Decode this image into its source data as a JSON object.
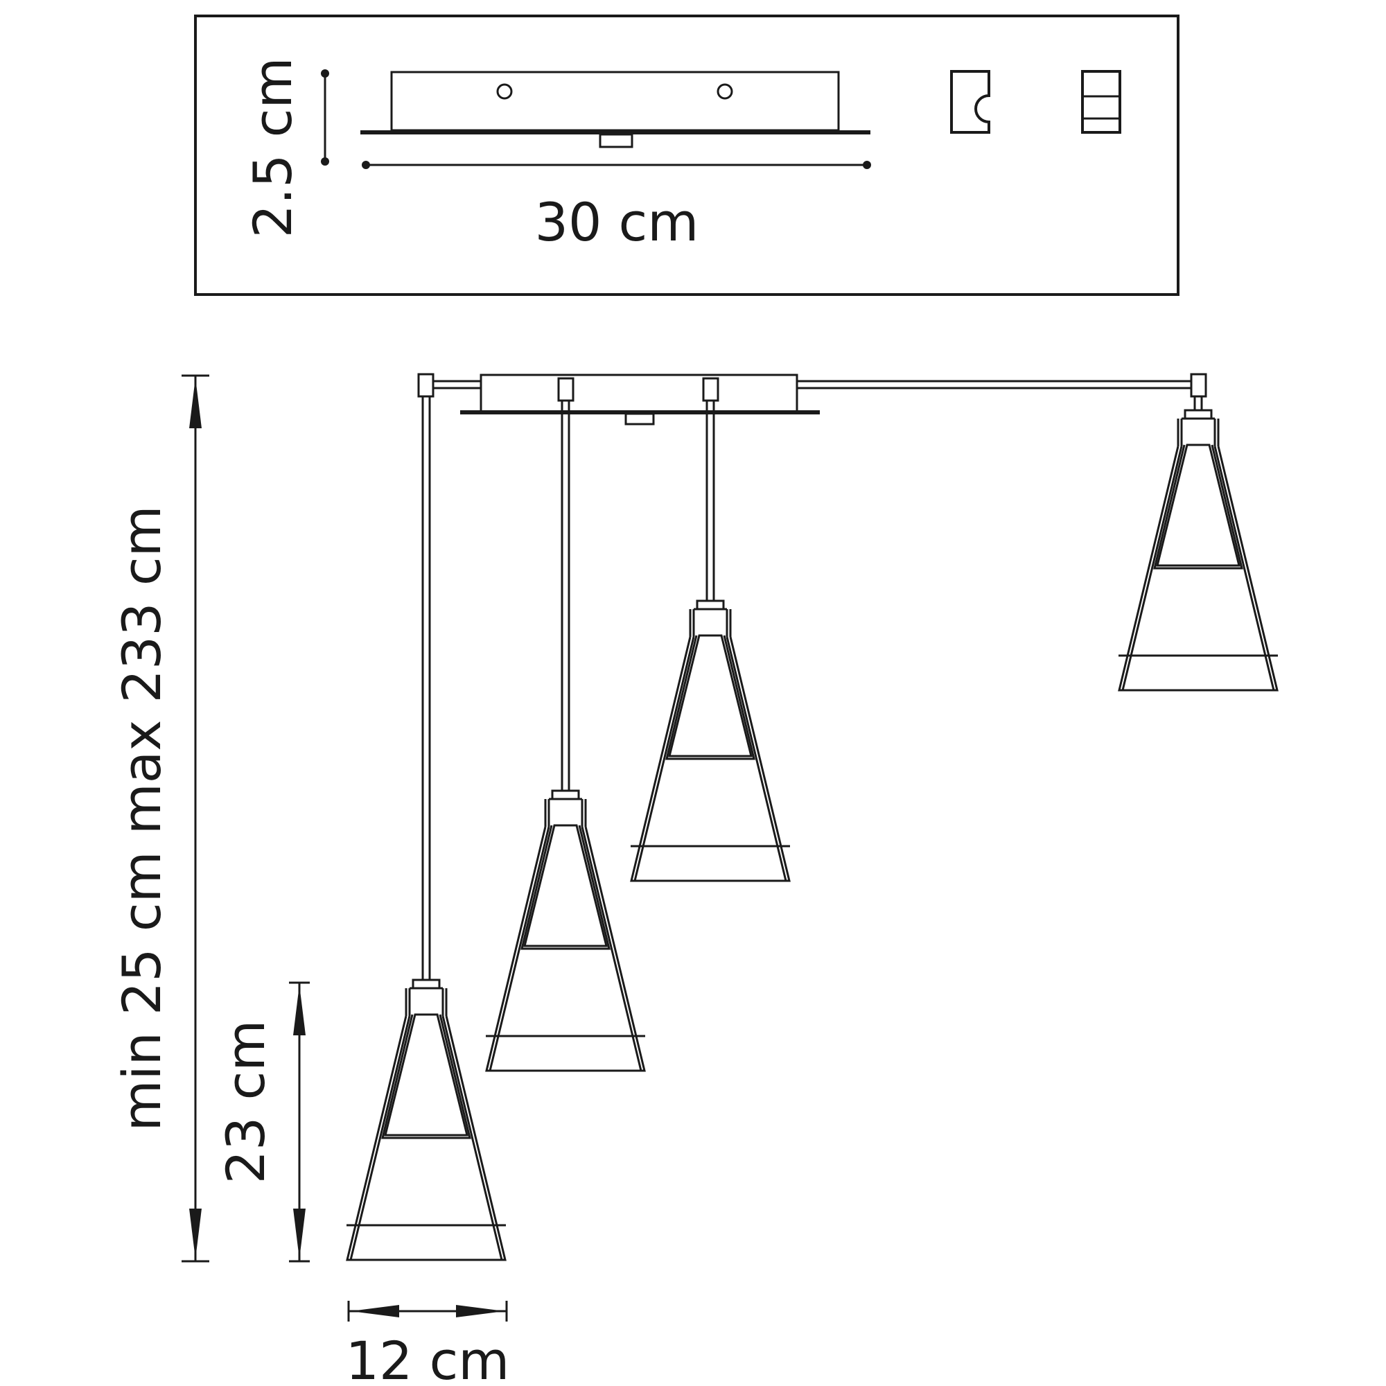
{
  "dimensions": {
    "canopy_height": "2.5 cm",
    "canopy_width": "30 cm",
    "total_height": "min 25 cm max 233 cm",
    "shade_height": "23 cm",
    "shade_width": "12 cm"
  },
  "icons": {
    "mount_left": "hook-mount-icon",
    "mount_right": "bracket-mount-icon"
  }
}
